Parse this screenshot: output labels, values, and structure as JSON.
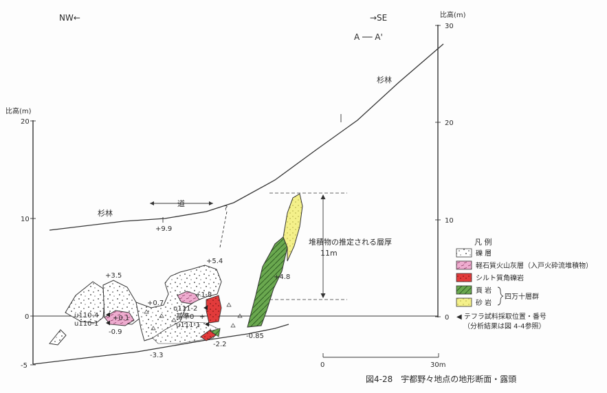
{
  "direction_left": "NW←",
  "direction_right": "→SE",
  "section_label": "A ── A'",
  "left_axis": {
    "title": "比高(m)",
    "ticks": [
      "20",
      "10",
      "0",
      "-5"
    ]
  },
  "right_axis": {
    "title": "比高(m)",
    "ticks": [
      "30",
      "20",
      "10",
      "0"
    ]
  },
  "vegetation_left": "杉林",
  "vegetation_right": "杉林",
  "road_label": "道",
  "thickness_label": "堆積物の推定される層厚",
  "thickness_value": "11m",
  "elevations": {
    "road": "+9.9",
    "e35": "+3.5",
    "e07": "+0.7",
    "e54": "+5.4",
    "e18": "+1.8",
    "e48": "+4.8",
    "e01": "+0.1",
    "em09": "-0.9",
    "em33": "-3.3",
    "em22": "-2.2",
    "em085": "-0.85"
  },
  "samples": {
    "u110_4": "u110-4",
    "u110_1": "u110-1",
    "u111_2": "u111-2",
    "datum": "基準0",
    "u111_1": "u111-1"
  },
  "legend": {
    "title": "凡 例",
    "gravel": "礫 層",
    "pumice": "軽石質火山灰層（入戸火砕流堆積物）",
    "silt": "シルト質角礫岩",
    "shale": "頁 岩",
    "sandstone": "砂 岩",
    "group": "四万十層群",
    "tephra_1": "◀ テフラ試料採取位置・番号",
    "tephra_2": "（分析結果は図 4-4参照）"
  },
  "scale": {
    "start": "0",
    "end": "30m"
  },
  "caption": "図4-28　宇都野々地点の地形断面・露頭",
  "colors": {
    "pumice": "#eeaccf",
    "silt": "#e23b3b",
    "shale": "#6aa84f",
    "sandstone": "#f4f08a"
  }
}
